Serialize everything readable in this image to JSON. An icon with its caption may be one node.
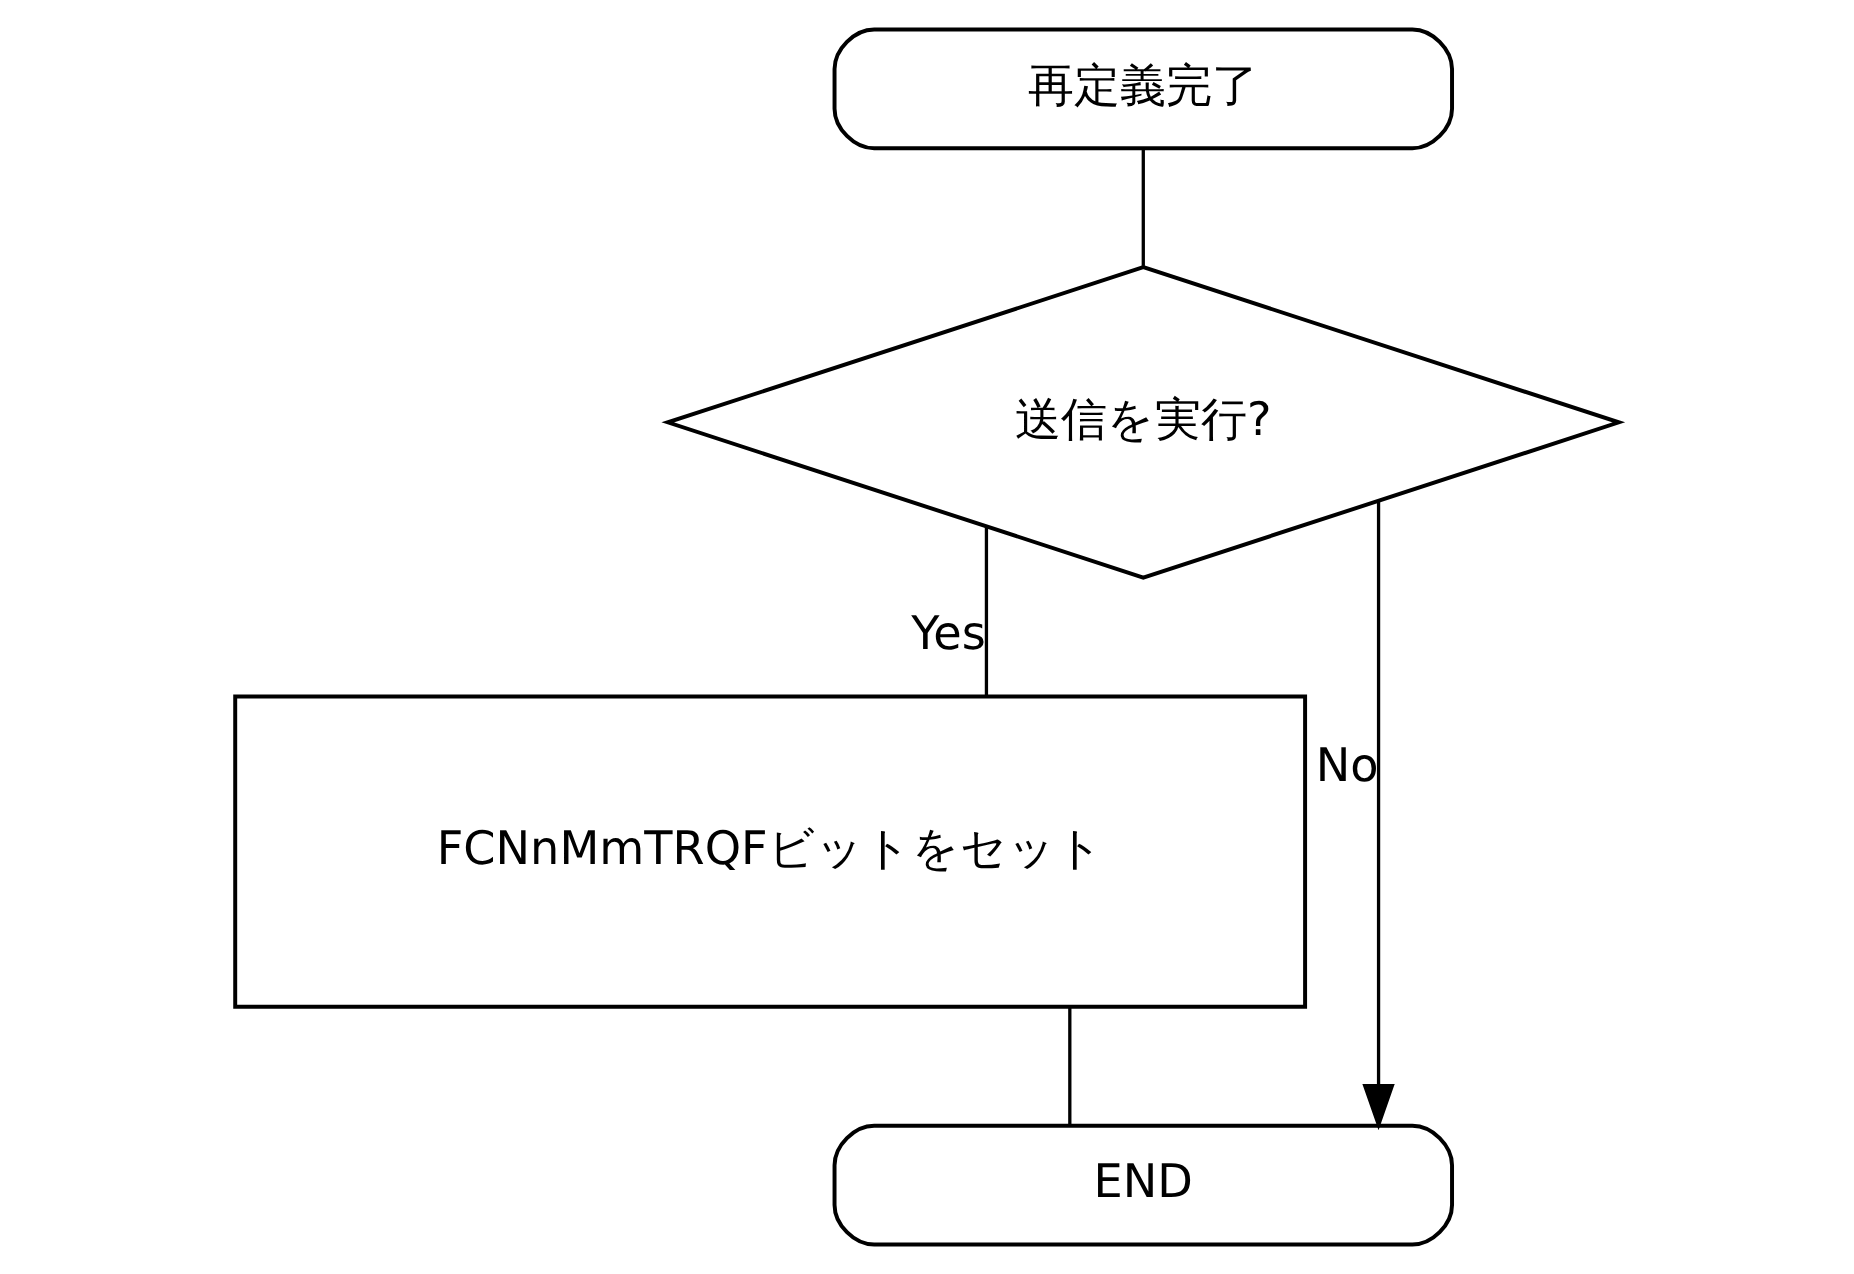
{
  "diagram": {
    "nodes": [
      {
        "text": [
          "再定義完了"
        ]
      },
      {
        "text": [
          "送信を実行?"
        ]
      },
      {
        "text": [
          "FCNnMmTRQFビットをセット"
        ]
      },
      {
        "text": [
          "END"
        ]
      }
    ],
    "edges": [
      {
        "from": 0,
        "to": 1,
        "arrow": "none"
      },
      {
        "from": 1,
        "to": 2,
        "arrow": "none",
        "label": "Yes"
      },
      {
        "from": 1,
        "to": 3,
        "arrow": "to",
        "label": "No"
      },
      {
        "from": 2,
        "to": 3,
        "arrow": "none"
      }
    ]
  }
}
